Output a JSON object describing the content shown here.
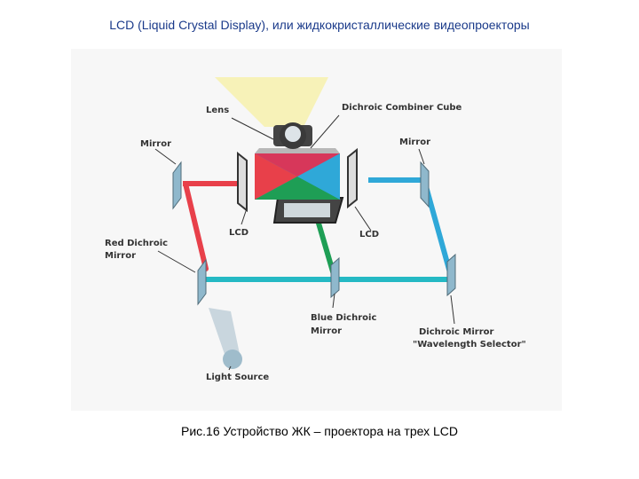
{
  "slide": {
    "title": "LCD (Liquid Crystal Display), или жидкокристаллические видеопроекторы",
    "caption": "Рис.16 Устройство ЖК – проектора на трех LCD"
  },
  "diagram": {
    "labels": {
      "lens": "Lens",
      "combiner": "Dichroic Combiner Cube",
      "mirror_left": "Mirror",
      "mirror_right": "Mirror",
      "lcd_left": "LCD",
      "lcd_right": "LCD",
      "red_dichroic_1": "Red Dichroic",
      "red_dichroic_2": "Mirror",
      "blue_dichroic_1": "Blue Dichroic",
      "blue_dichroic_2": "Mirror",
      "dichroic_selector_1": "Dichroic Mirror",
      "dichroic_selector_2": "\"Wavelength Selector\"",
      "light_source": "Light Source"
    },
    "colors": {
      "red_beam": "#e8404a",
      "blue_beam": "#2fa8d8",
      "green_beam": "#1e9e55",
      "teal_beam": "#25b9c4",
      "light_cone": "#f7f2b8",
      "mirror": "#8fb8cc"
    }
  }
}
